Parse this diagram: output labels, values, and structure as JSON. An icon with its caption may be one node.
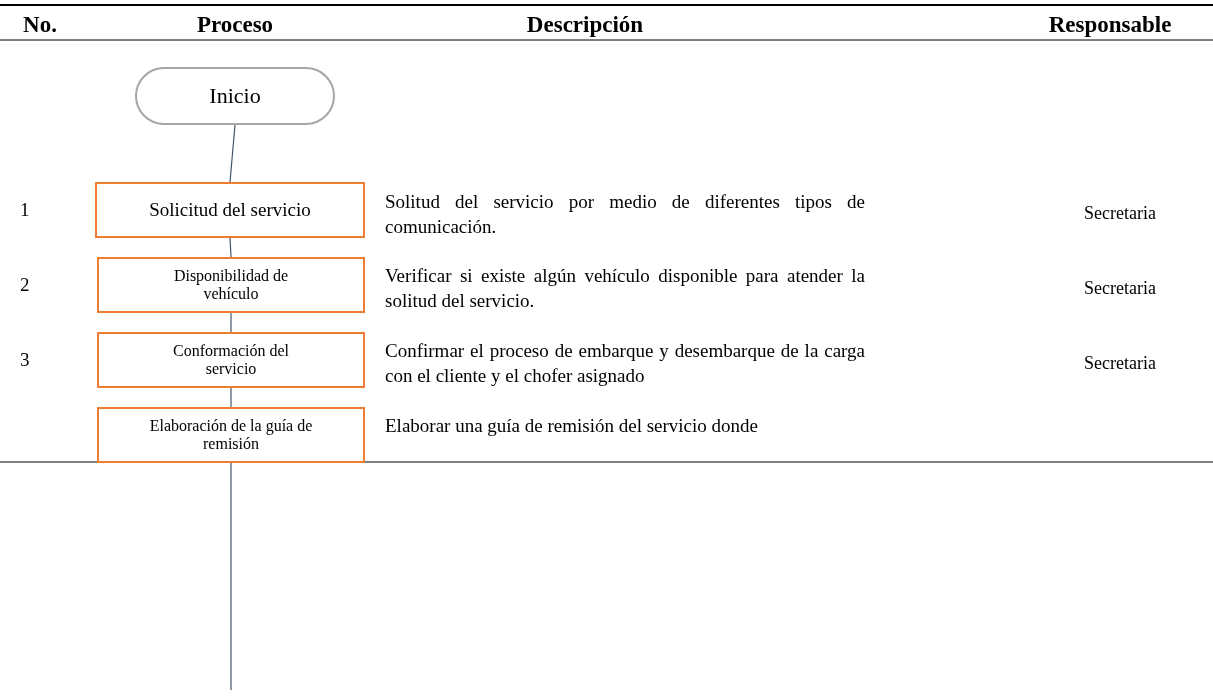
{
  "diagram": {
    "nodes": [
      {
        "text": [
          "Inicio"
        ]
      },
      {
        "text": [
          "Solicitud del servicio"
        ]
      },
      {
        "text": [
          "Disponibilidad de vehículo"
        ]
      },
      {
        "text": [
          "Conformación del servicio"
        ]
      },
      {
        "text": [
          "Elaboración de la guía de remisión"
        ]
      }
    ],
    "edges": [
      {
        "from": 0,
        "to": 1,
        "arrow": "none"
      },
      {
        "from": 1,
        "to": 2,
        "arrow": "none"
      },
      {
        "from": 2,
        "to": 3,
        "arrow": "none"
      },
      {
        "from": 3,
        "to": 4,
        "arrow": "none"
      },
      {
        "from": 4,
        "to": null,
        "arrow": "none"
      }
    ],
    "labels": [
      "No.",
      "Proceso",
      "Descripción",
      "Responsable",
      "1",
      "Solitud del servicio por medio de diferentes tipos de comunicación.",
      "Secretaria",
      "2",
      "Verificar si existe algún vehículo disponible para atender la solitud del servicio.",
      "Secretaria",
      "3",
      "Confirmar el proceso de embarque y desembarque de la carga con el cliente y el chofer asignado",
      "Secretaria",
      "Elaborar una guía de remisión del servicio donde"
    ]
  }
}
